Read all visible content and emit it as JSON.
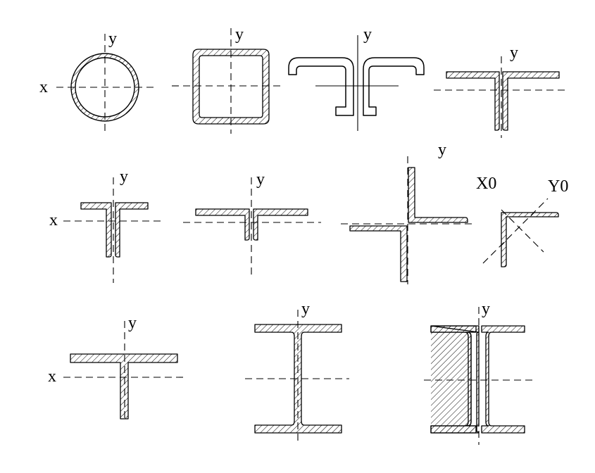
{
  "labels": {
    "x": "x",
    "y": "y",
    "x0": "X0",
    "y0": "Y0"
  },
  "sections": [
    {
      "name": "circular-tube"
    },
    {
      "name": "square-tube"
    },
    {
      "name": "double-lipped-channel"
    },
    {
      "name": "double-angle-tee"
    },
    {
      "name": "double-angle-tee-unequal"
    },
    {
      "name": "double-angle-tee-short-leg"
    },
    {
      "name": "double-angle-star"
    },
    {
      "name": "single-angle"
    },
    {
      "name": "tee-section"
    },
    {
      "name": "i-section"
    },
    {
      "name": "built-up-i-section"
    }
  ]
}
